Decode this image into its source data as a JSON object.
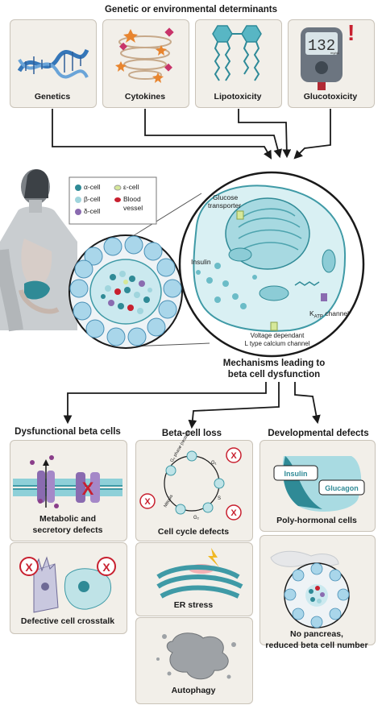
{
  "header": {
    "title": "Genetic or environmental determinants"
  },
  "determinants": [
    {
      "label": "Genetics",
      "icon": "dna-icon"
    },
    {
      "label": "Cytokines",
      "icon": "cytokine-icon"
    },
    {
      "label": "Lipotoxicity",
      "icon": "lipid-icon"
    },
    {
      "label": "Glucotoxicity",
      "icon": "glucometer-icon"
    }
  ],
  "glucometer": {
    "reading": "132",
    "unit": "mg/dL",
    "alert": "!"
  },
  "legend": {
    "alpha": "α-cell",
    "beta": "β-cell",
    "delta": "δ-cell",
    "epsilon": "ε-cell",
    "blood_vessel_1": "Blood",
    "blood_vessel_2": "vessel"
  },
  "cell": {
    "glucose_1": "Glucose",
    "glucose_2": "transporter",
    "insulin": "Insulin",
    "katp_k": "K",
    "katp_sub": "ATP",
    "katp_rest": " channel",
    "voltage_1": "Voltage dependant",
    "voltage_2": "L type calcium channel"
  },
  "mechanisms": {
    "line1": "Mechanisms leading to",
    "line2": "beta cell dysfunction"
  },
  "columns": [
    {
      "title": "Dysfunctional beta cells"
    },
    {
      "title": "Beta-cell loss"
    },
    {
      "title": "Developmental defects"
    }
  ],
  "panels": {
    "metabolic_1": "Metabolic and",
    "metabolic_2": "secretory defects",
    "crosstalk": "Defective cell crosstalk",
    "cell_cycle": "Cell cycle defects",
    "er_stress": "ER stress",
    "autophagy": "Autophagy",
    "polyhormonal": "Poly-hormonal cells",
    "no_pancreas_1": "No pancreas,",
    "no_pancreas_2": "reduced beta cell number"
  },
  "cycle_labels": {
    "g0": "G₀ phase (resting)",
    "g1": "G₁",
    "s": "S",
    "g2": "G₂",
    "mitosis": "Mitosis"
  },
  "hormones": {
    "insulin": "Insulin",
    "glucagon": "Glucagon"
  },
  "x_mark": "X",
  "colors": {
    "teal": "#3f9aa6",
    "teal_light": "#9fd3dc",
    "panel_bg": "#f2efe9",
    "panel_border": "#c9c3b8",
    "red": "#c8202f",
    "purple": "#8a6bb0",
    "arrow": "#1a1a1a"
  }
}
